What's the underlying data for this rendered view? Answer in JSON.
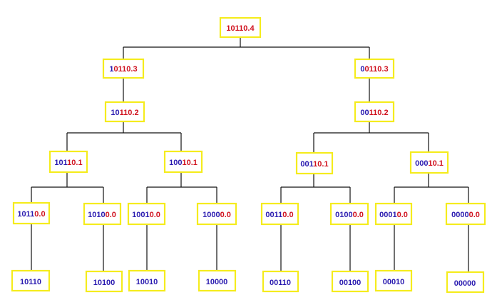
{
  "colors": {
    "highlight_border": "#f5ec1d",
    "blue_text": "#2a1bb0",
    "red_text": "#d0121f",
    "edge": "#111111"
  },
  "nodes": {
    "root": {
      "blue": "",
      "red": "10110.4"
    },
    "l1a": {
      "blue": "1",
      "red": "0110.3"
    },
    "l1b": {
      "blue": "0",
      "red": "0110.3"
    },
    "l2a": {
      "blue": "10",
      "red": "110.2"
    },
    "l2b": {
      "blue": "00",
      "red": "110.2"
    },
    "l3a": {
      "blue": "101",
      "red": "10.1"
    },
    "l3b": {
      "blue": "100",
      "red": "10.1"
    },
    "l3c": {
      "blue": "001",
      "red": "10.1"
    },
    "l3d": {
      "blue": "000",
      "red": "10.1"
    },
    "l4a": {
      "blue": "1011",
      "red": "0.0"
    },
    "l4b": {
      "blue": "1010",
      "red": "0.0"
    },
    "l4c": {
      "blue": "1001",
      "red": "0.0"
    },
    "l4d": {
      "blue": "1000",
      "red": "0.0"
    },
    "l4e": {
      "blue": "0011",
      "red": "0.0"
    },
    "l4f": {
      "blue": "0100",
      "red": "0.0"
    },
    "l4g": {
      "blue": "0001",
      "red": "0.0"
    },
    "l4h": {
      "blue": "0000",
      "red": "0.0"
    },
    "leaf1": {
      "blue": "10110",
      "red": ""
    },
    "leaf2": {
      "blue": "10100",
      "red": ""
    },
    "leaf3": {
      "blue": "10010",
      "red": ""
    },
    "leaf4": {
      "blue": "10000",
      "red": ""
    },
    "leaf5": {
      "blue": "00110",
      "red": ""
    },
    "leaf6": {
      "blue": "00100",
      "red": ""
    },
    "leaf7": {
      "blue": "00010",
      "red": ""
    },
    "leaf8": {
      "blue": "00000",
      "red": ""
    }
  }
}
